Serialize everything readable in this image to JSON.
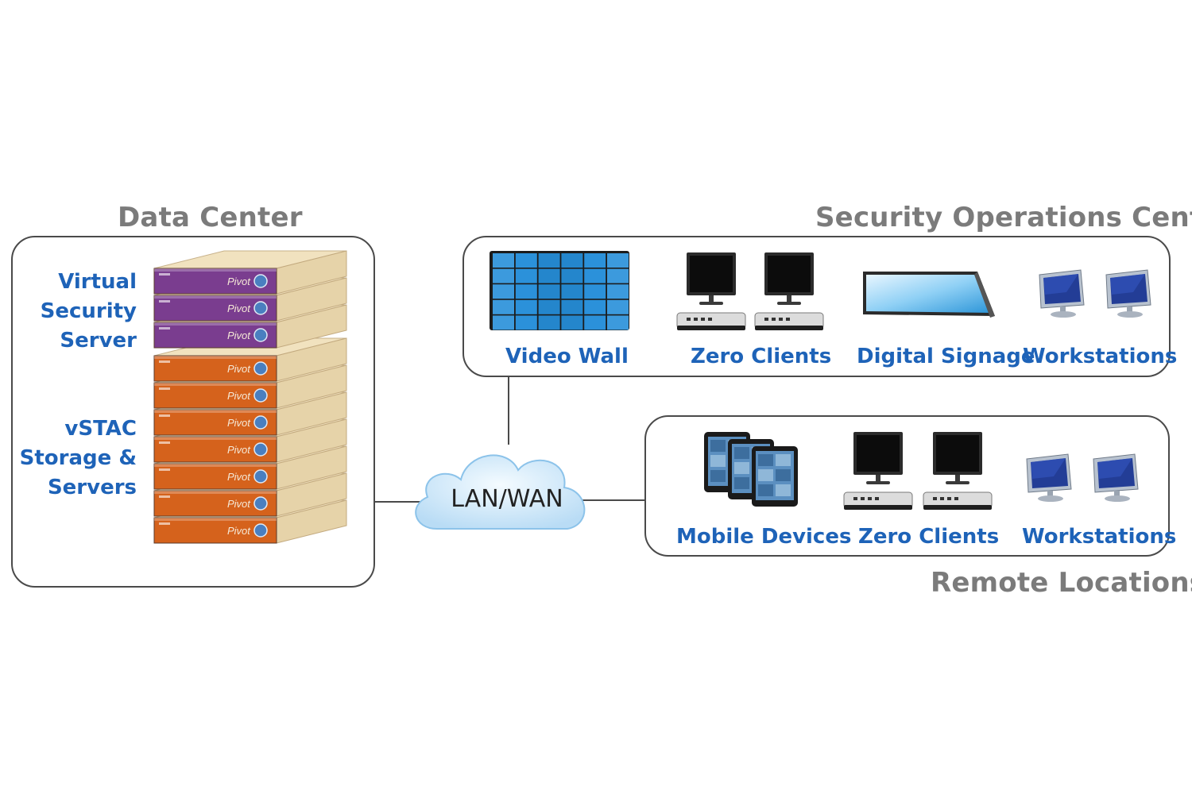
{
  "data_center": {
    "title": "Data Center",
    "virtual_server_lines": [
      "Virtual",
      "Security",
      "Server"
    ],
    "vstac_lines": [
      "vSTAC",
      "Storage &",
      "Servers"
    ],
    "server_brand": "Pivot",
    "colors": {
      "purple": "#7a3d8f",
      "orange": "#d5621c"
    }
  },
  "network": {
    "label": "LAN/WAN"
  },
  "security_operations_center": {
    "title": "Security Operations Center",
    "items": [
      "Video Wall",
      "Zero Clients",
      "Digital Signage",
      "Workstations"
    ]
  },
  "remote_locations": {
    "title": "Remote Locations",
    "items": [
      "Mobile Devices",
      "Zero Clients",
      "Workstations"
    ]
  },
  "colors": {
    "label_blue": "#1e63b8",
    "title_gray": "#7b7b7b",
    "border": "#4a4a4a",
    "cloud": "#d2e9fa"
  },
  "icons": [
    "server-rack-icon",
    "cloud-icon",
    "video-wall-icon",
    "zero-client-icon",
    "digital-signage-icon",
    "workstation-icon",
    "tablet-icon"
  ]
}
